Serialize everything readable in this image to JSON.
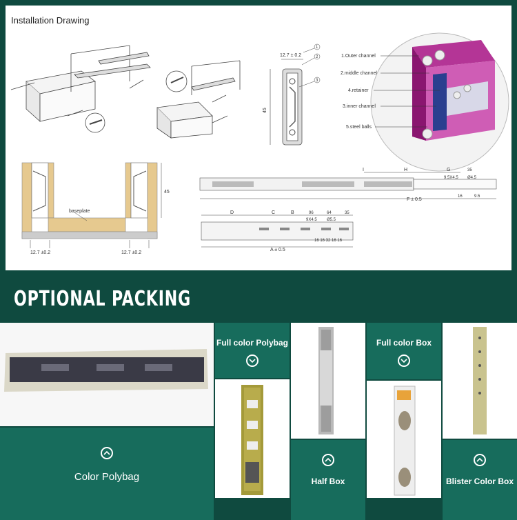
{
  "drawing": {
    "title": "Installation Drawing",
    "cross_section": {
      "width_dim": "12.7 ± 0.2",
      "height_dim": "45",
      "callouts": [
        "1",
        "2",
        "3"
      ],
      "parts": [
        "1.Outer channel",
        "2.middle channel",
        "4.retainer",
        "3.inner channel",
        "5.steel balls"
      ]
    },
    "install": {
      "baseplate": "baseplate",
      "height_dim": "45",
      "left_dim": "12.7 ±0.2",
      "right_dim": "12.7 ±0.2"
    },
    "slide_top": {
      "dims": [
        "I",
        "H",
        "G",
        "35",
        "9.5X4.5",
        "Ø4.5",
        "16",
        "9.5",
        "F ± 0.5"
      ]
    },
    "slide_bottom": {
      "dims": [
        "D",
        "C",
        "B",
        "96",
        "64",
        "35",
        "9X4.5",
        "Ø5.5",
        "16 16 32 16 16",
        "A ± 0.5"
      ]
    }
  },
  "banner": {
    "title": "OPTIONAL PACKING"
  },
  "packing": {
    "color_polybag": "Color Polybag",
    "full_color_polybag": "Full color Polybag",
    "half_box": "Half Box",
    "full_color_box": "Full color Box",
    "blister_color_box": "Blister Color Box"
  },
  "colors": {
    "background": "#0f4a3f",
    "tile_green": "#176c5c",
    "channel_magenta": "#9a1a7a",
    "bracket_tan": "#e6c98f"
  },
  "icons": [
    "chevron-up-circle-icon",
    "chevron-down-circle-icon"
  ]
}
